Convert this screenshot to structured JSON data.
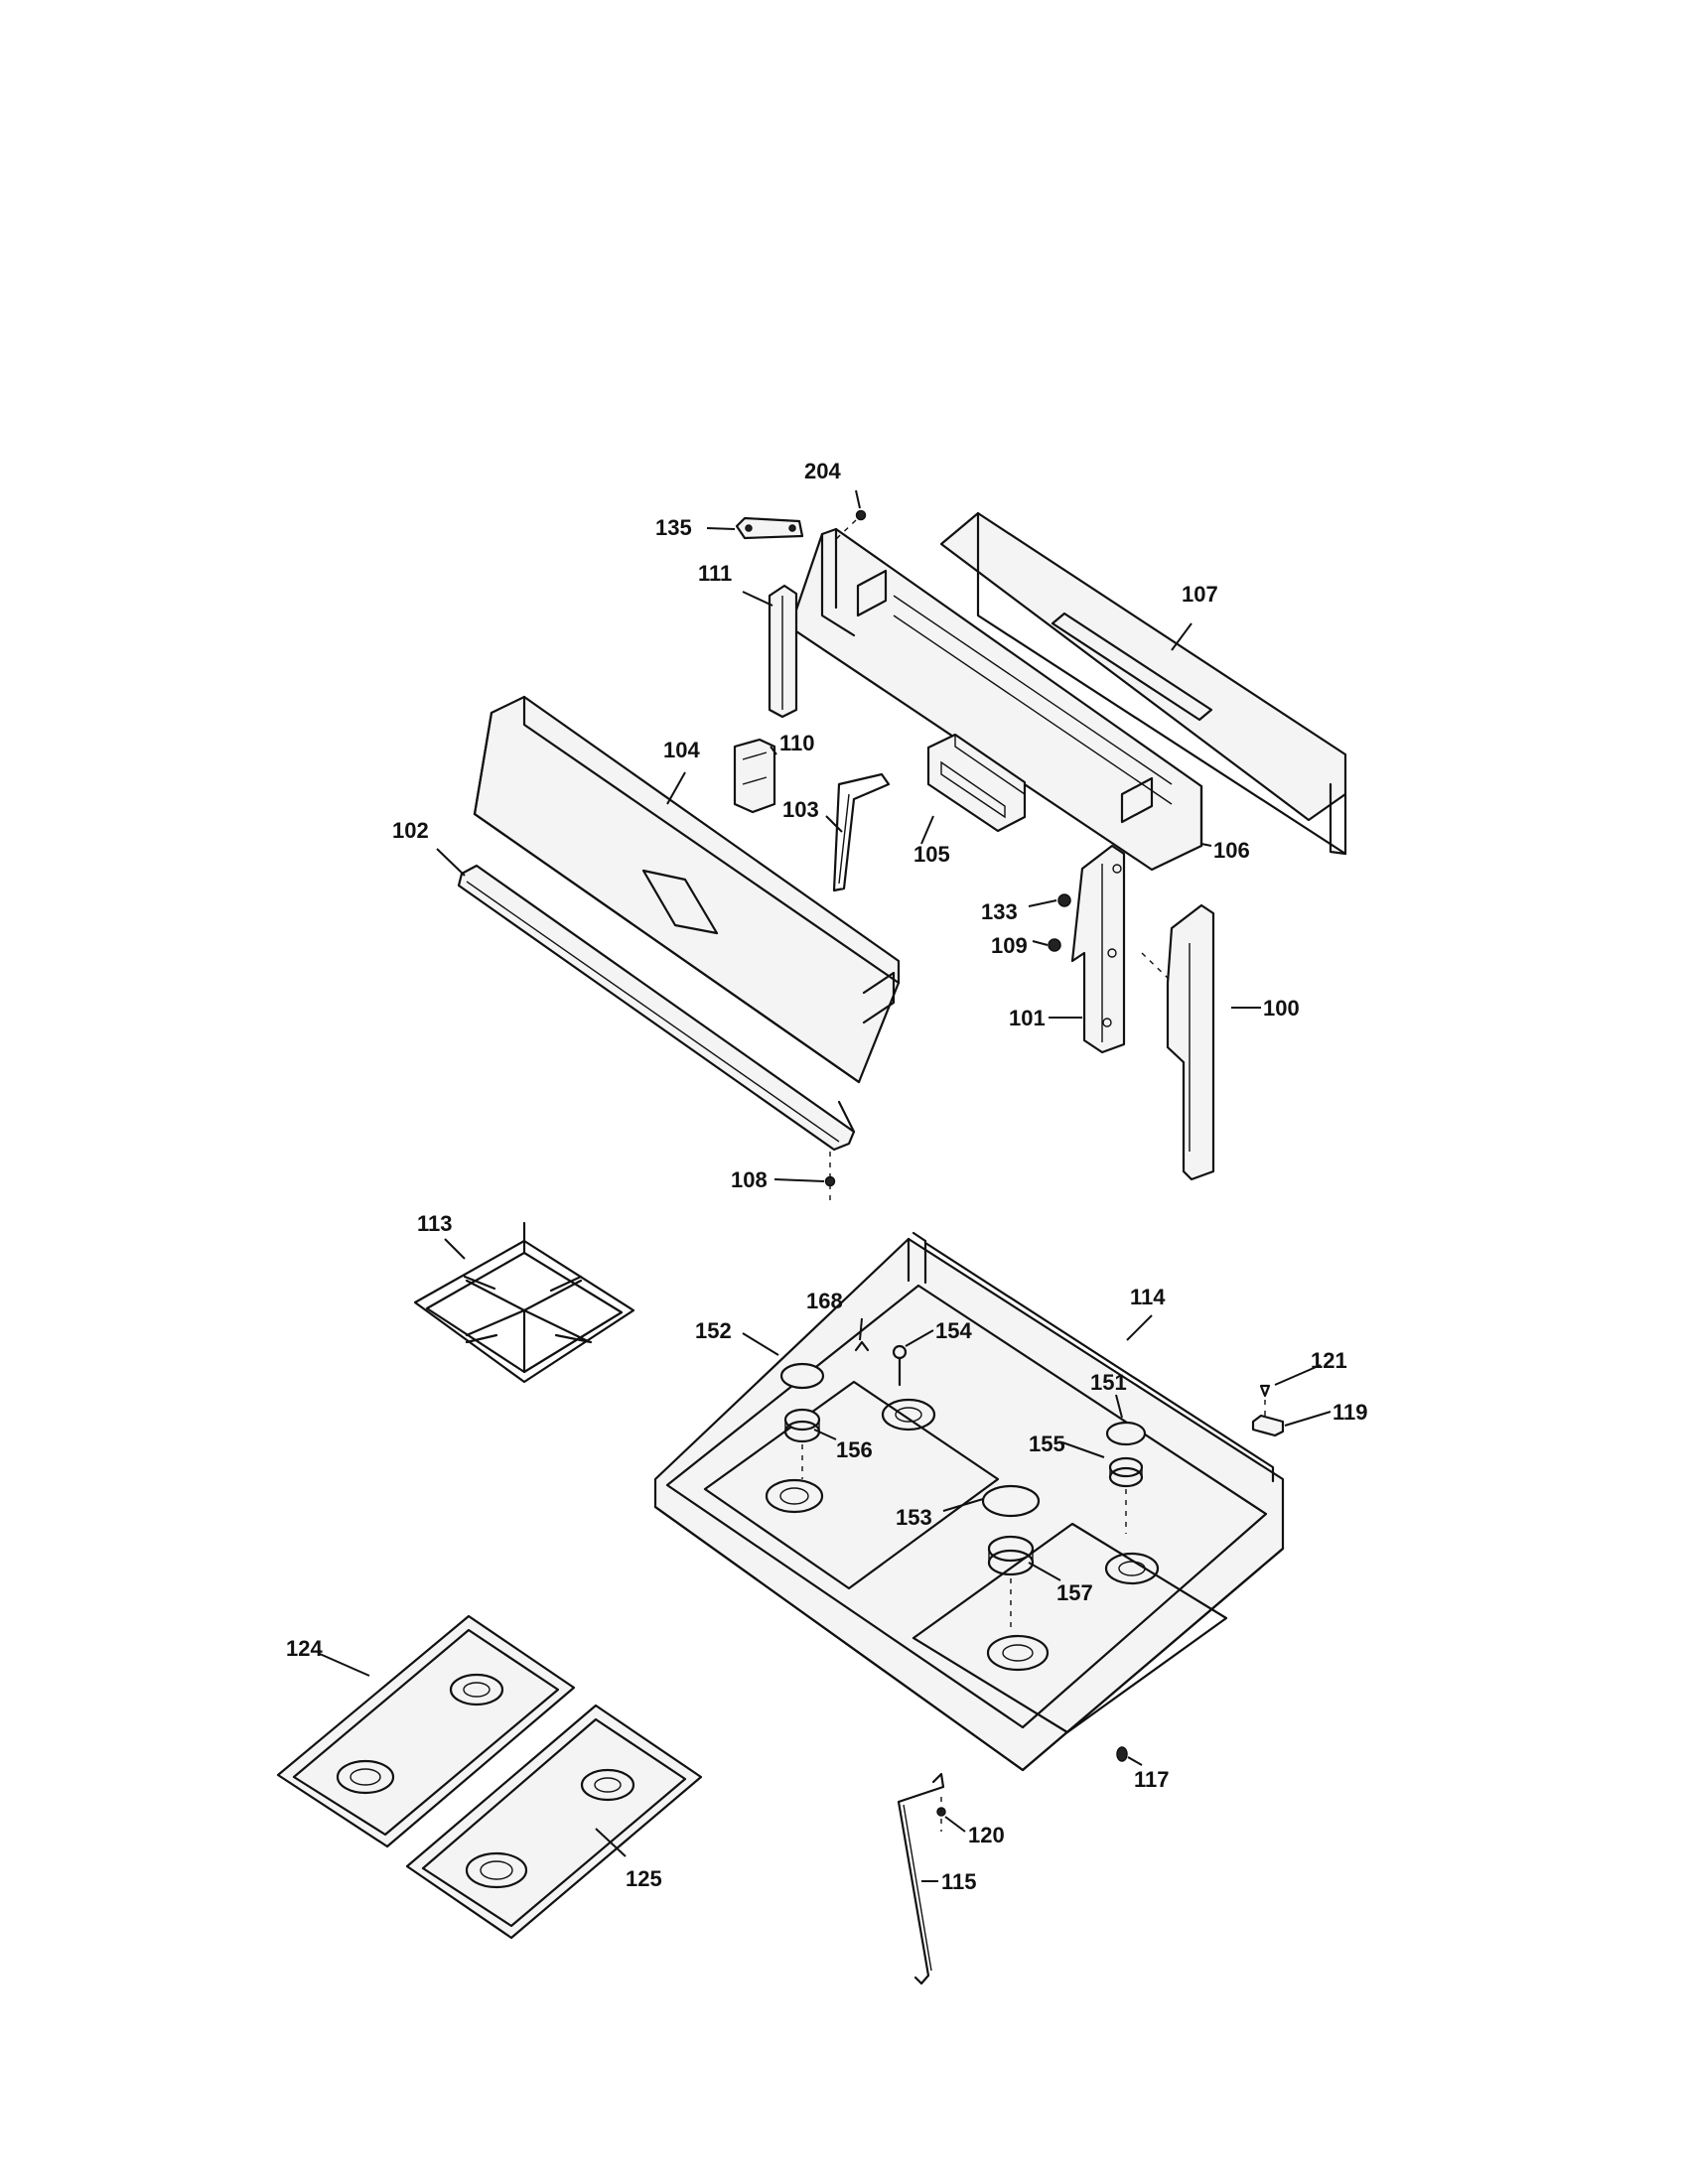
{
  "callouts": {
    "c100": "100",
    "c101": "101",
    "c102": "102",
    "c103": "103",
    "c104": "104",
    "c105": "105",
    "c106": "106",
    "c107": "107",
    "c108": "108",
    "c109": "109",
    "c110": "110",
    "c111": "111",
    "c113": "113",
    "c114": "114",
    "c115": "115",
    "c117": "117",
    "c119": "119",
    "c120": "120",
    "c121": "121",
    "c124": "124",
    "c125": "125",
    "c133": "133",
    "c135": "135",
    "c151": "151",
    "c152": "152",
    "c153": "153",
    "c154": "154",
    "c155": "155",
    "c156": "156",
    "c157": "157",
    "c168": "168",
    "c204": "204"
  }
}
